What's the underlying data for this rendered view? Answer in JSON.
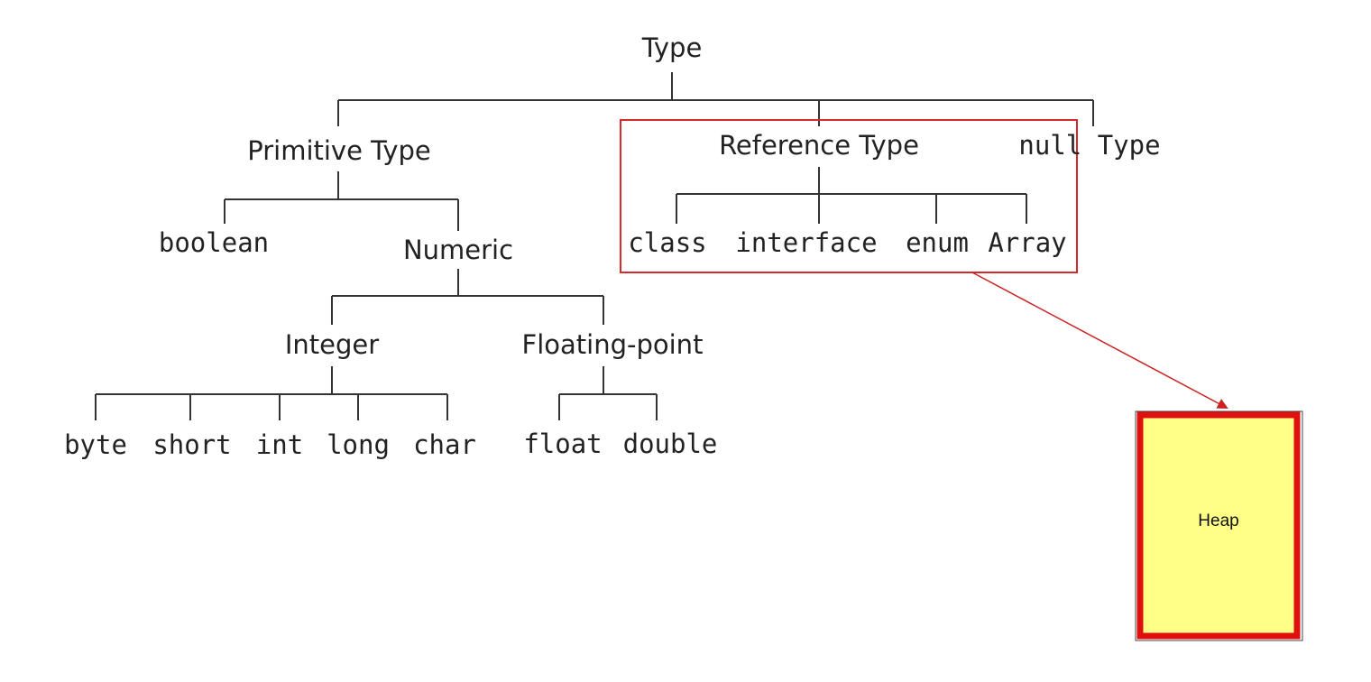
{
  "root": {
    "label": "Type"
  },
  "primitive": {
    "label": "Primitive Type",
    "boolean": "boolean",
    "numeric": {
      "label": "Numeric",
      "integer": {
        "label": "Integer",
        "types": [
          "byte",
          "short",
          "int",
          "long",
          "char"
        ]
      },
      "floating": {
        "label": "Floating-point",
        "types": [
          "float",
          "double"
        ]
      }
    }
  },
  "reference": {
    "label": "Reference Type",
    "types": [
      "class",
      "interface",
      "enum",
      "Array"
    ]
  },
  "null_type": {
    "label": "null Type"
  },
  "heap": {
    "label": "Heap"
  },
  "colors": {
    "highlight_box": "#d42a2a",
    "arrow": "#cc2222",
    "heap_fill": "#ffff88",
    "heap_border": "#e01010",
    "line": "#333333",
    "text": "#222222"
  }
}
